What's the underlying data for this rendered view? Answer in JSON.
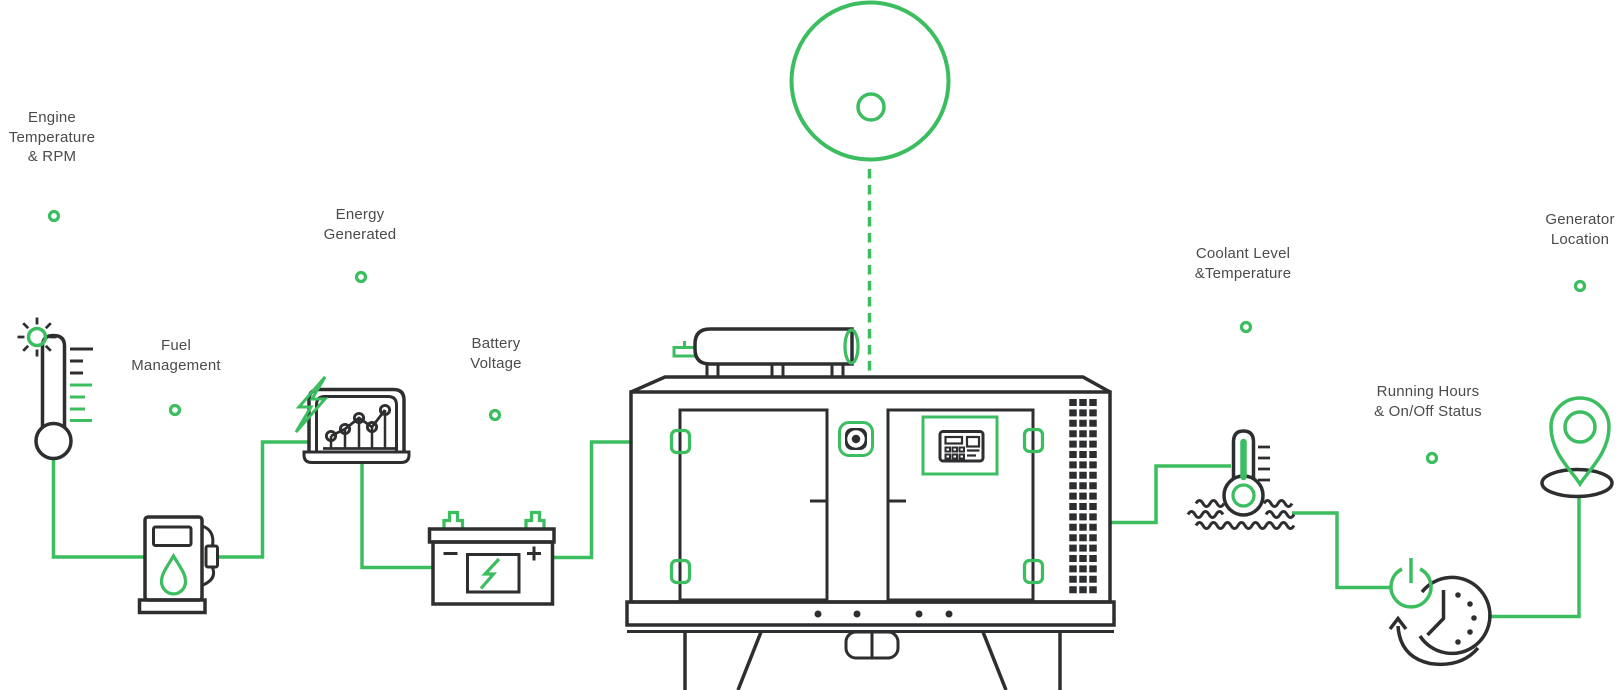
{
  "colors": {
    "accent": "#3cbd60",
    "ink": "#2d2e30",
    "label": "#4a4b4d",
    "background": "#ffffff"
  },
  "diagram": {
    "description_visible_text_only": true,
    "nodes": [
      {
        "id": "engine",
        "label": "Engine\nTemperature\n& RPM",
        "icon": "thermometer-sun-icon"
      },
      {
        "id": "fuel",
        "label": "Fuel\nManagement",
        "icon": "fuel-pump-icon"
      },
      {
        "id": "energy",
        "label": "Energy\nGenerated",
        "icon": "laptop-chart-icon"
      },
      {
        "id": "battery",
        "label": "Battery\nVoltage",
        "icon": "battery-icon"
      },
      {
        "id": "coolant",
        "label": "Coolant Level\n&Temperature",
        "icon": "coolant-thermometer-icon"
      },
      {
        "id": "running",
        "label": "Running Hours\n& On/Off Status",
        "icon": "power-clock-icon"
      },
      {
        "id": "location",
        "label": "Generator\nLocation",
        "icon": "map-pin-icon"
      }
    ],
    "center": {
      "id": "generator",
      "icon": "generator-icon"
    },
    "antenna": {
      "icon": "signal-circle-icon"
    }
  }
}
